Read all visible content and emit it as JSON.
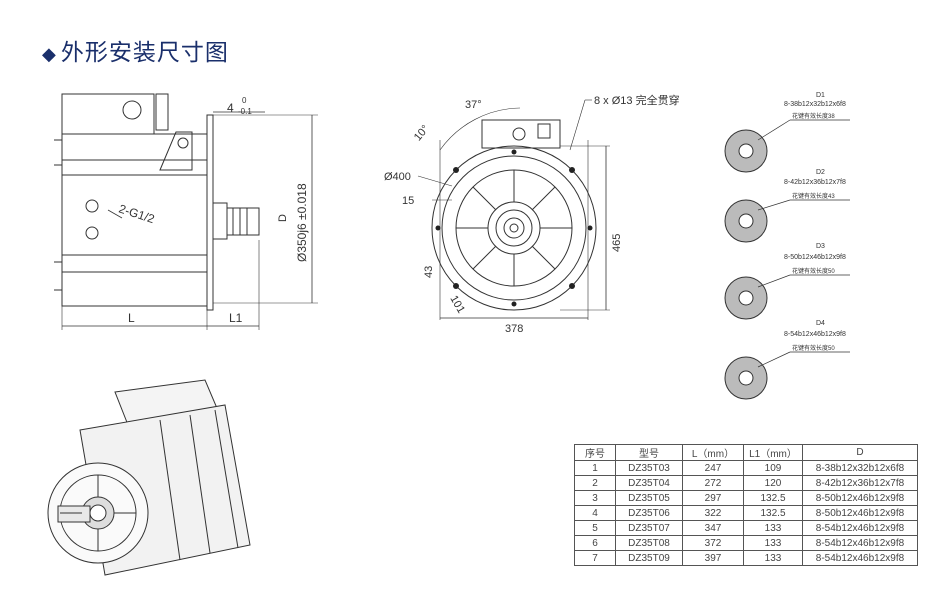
{
  "title": "外形安装尺寸图",
  "side_view": {
    "dim_top": "4",
    "tol_top": "0",
    "tol_bottom": "-0.1",
    "port_label": "2-G1/2",
    "shaft_dim": "Ø350j6 ±0.018",
    "shaft_key": "D",
    "dim_L": "L",
    "dim_L1": "L1"
  },
  "front_view": {
    "bolt_note": "8 x Ø13 完全贯穿",
    "angle_37": "37°",
    "angle_10": "10°",
    "dia_400": "Ø400",
    "dim_15": "15",
    "dim_465": "465",
    "dim_378": "378",
    "dim_43": "43",
    "dim_101": "101"
  },
  "splines": [
    {
      "code": "D1",
      "spec": "8-38b12x32b12x6f8",
      "note": "花键有效长度38"
    },
    {
      "code": "D2",
      "spec": "8-42b12x36b12x7f8",
      "note": "花键有效长度43"
    },
    {
      "code": "D3",
      "spec": "8-50b12x46b12x9f8",
      "note": "花键有效长度50"
    },
    {
      "code": "D4",
      "spec": "8-54b12x46b12x9f8",
      "note": "花键有效长度50"
    }
  ],
  "table": {
    "headers": [
      "序号",
      "型号",
      "L（mm）",
      "L1（mm）",
      "D"
    ],
    "rows": [
      [
        "1",
        "DZ35T03",
        "247",
        "109",
        "8-38b12x32b12x6f8"
      ],
      [
        "2",
        "DZ35T04",
        "272",
        "120",
        "8-42b12x36b12x7f8"
      ],
      [
        "3",
        "DZ35T05",
        "297",
        "132.5",
        "8-50b12x46b12x9f8"
      ],
      [
        "4",
        "DZ35T06",
        "322",
        "132.5",
        "8-50b12x46b12x9f8"
      ],
      [
        "5",
        "DZ35T07",
        "347",
        "133",
        "8-54b12x46b12x9f8"
      ],
      [
        "6",
        "DZ35T08",
        "372",
        "133",
        "8-54b12x46b12x9f8"
      ],
      [
        "7",
        "DZ35T09",
        "397",
        "133",
        "8-54b12x46b12x9f8"
      ]
    ]
  }
}
